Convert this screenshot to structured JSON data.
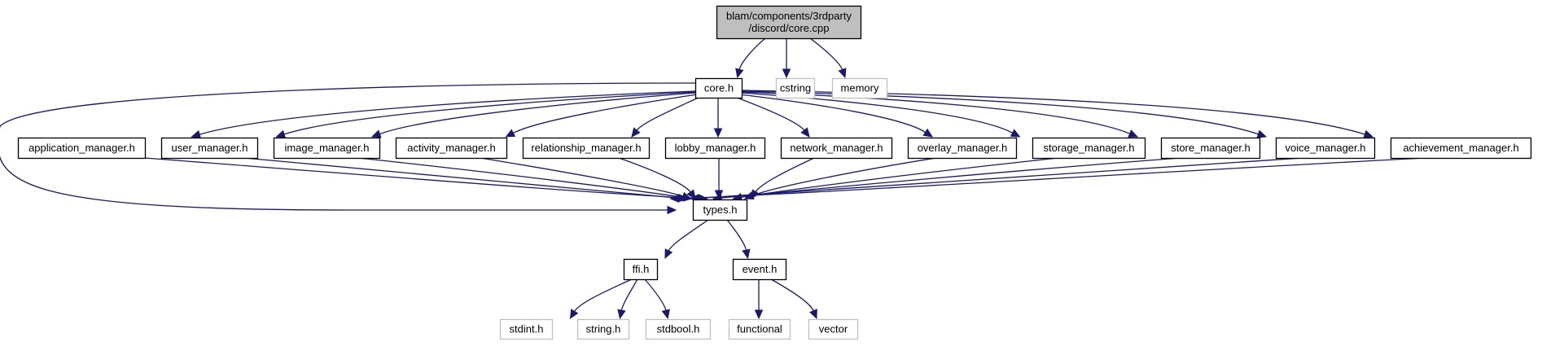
{
  "colors": {
    "edge": "#191970",
    "node_border": "#000000",
    "external_border": "#bfbfbf",
    "root_fill": "#bfbfbf",
    "external_text": "#404040"
  },
  "nodes": [
    {
      "id": "root",
      "label_lines": [
        "blam/components/3rdparty",
        "/discord/core.cpp"
      ],
      "kind": "root"
    },
    {
      "id": "core_h",
      "label_lines": [
        "core.h"
      ],
      "kind": "file"
    },
    {
      "id": "cstring",
      "label_lines": [
        "cstring"
      ],
      "kind": "external"
    },
    {
      "id": "memory",
      "label_lines": [
        "memory"
      ],
      "kind": "external"
    },
    {
      "id": "application_manager_h",
      "label_lines": [
        "application_manager.h"
      ],
      "kind": "file"
    },
    {
      "id": "user_manager_h",
      "label_lines": [
        "user_manager.h"
      ],
      "kind": "file"
    },
    {
      "id": "image_manager_h",
      "label_lines": [
        "image_manager.h"
      ],
      "kind": "file"
    },
    {
      "id": "activity_manager_h",
      "label_lines": [
        "activity_manager.h"
      ],
      "kind": "file"
    },
    {
      "id": "relationship_manager_h",
      "label_lines": [
        "relationship_manager.h"
      ],
      "kind": "file"
    },
    {
      "id": "lobby_manager_h",
      "label_lines": [
        "lobby_manager.h"
      ],
      "kind": "file"
    },
    {
      "id": "network_manager_h",
      "label_lines": [
        "network_manager.h"
      ],
      "kind": "file"
    },
    {
      "id": "overlay_manager_h",
      "label_lines": [
        "overlay_manager.h"
      ],
      "kind": "file"
    },
    {
      "id": "storage_manager_h",
      "label_lines": [
        "storage_manager.h"
      ],
      "kind": "file"
    },
    {
      "id": "store_manager_h",
      "label_lines": [
        "store_manager.h"
      ],
      "kind": "file"
    },
    {
      "id": "voice_manager_h",
      "label_lines": [
        "voice_manager.h"
      ],
      "kind": "file"
    },
    {
      "id": "achievement_manager_h",
      "label_lines": [
        "achievement_manager.h"
      ],
      "kind": "file"
    },
    {
      "id": "types_h",
      "label_lines": [
        "types.h"
      ],
      "kind": "file"
    },
    {
      "id": "ffi_h",
      "label_lines": [
        "ffi.h"
      ],
      "kind": "file"
    },
    {
      "id": "event_h",
      "label_lines": [
        "event.h"
      ],
      "kind": "file"
    },
    {
      "id": "stdint_h",
      "label_lines": [
        "stdint.h"
      ],
      "kind": "external"
    },
    {
      "id": "string_h",
      "label_lines": [
        "string.h"
      ],
      "kind": "external"
    },
    {
      "id": "stdbool_h",
      "label_lines": [
        "stdbool.h"
      ],
      "kind": "external"
    },
    {
      "id": "functional",
      "label_lines": [
        "functional"
      ],
      "kind": "external"
    },
    {
      "id": "vector",
      "label_lines": [
        "vector"
      ],
      "kind": "external"
    }
  ],
  "edges": [
    {
      "from": "root",
      "to": "core_h"
    },
    {
      "from": "root",
      "to": "cstring"
    },
    {
      "from": "root",
      "to": "memory"
    },
    {
      "from": "core_h",
      "to": "application_manager_h"
    },
    {
      "from": "core_h",
      "to": "user_manager_h"
    },
    {
      "from": "core_h",
      "to": "image_manager_h"
    },
    {
      "from": "core_h",
      "to": "activity_manager_h"
    },
    {
      "from": "core_h",
      "to": "relationship_manager_h"
    },
    {
      "from": "core_h",
      "to": "lobby_manager_h"
    },
    {
      "from": "core_h",
      "to": "network_manager_h"
    },
    {
      "from": "core_h",
      "to": "overlay_manager_h"
    },
    {
      "from": "core_h",
      "to": "storage_manager_h"
    },
    {
      "from": "core_h",
      "to": "store_manager_h"
    },
    {
      "from": "core_h",
      "to": "voice_manager_h"
    },
    {
      "from": "core_h",
      "to": "achievement_manager_h"
    },
    {
      "from": "core_h",
      "to": "types_h"
    },
    {
      "from": "application_manager_h",
      "to": "types_h"
    },
    {
      "from": "user_manager_h",
      "to": "types_h"
    },
    {
      "from": "image_manager_h",
      "to": "types_h"
    },
    {
      "from": "activity_manager_h",
      "to": "types_h"
    },
    {
      "from": "relationship_manager_h",
      "to": "types_h"
    },
    {
      "from": "lobby_manager_h",
      "to": "types_h"
    },
    {
      "from": "network_manager_h",
      "to": "types_h"
    },
    {
      "from": "overlay_manager_h",
      "to": "types_h"
    },
    {
      "from": "storage_manager_h",
      "to": "types_h"
    },
    {
      "from": "store_manager_h",
      "to": "types_h"
    },
    {
      "from": "voice_manager_h",
      "to": "types_h"
    },
    {
      "from": "achievement_manager_h",
      "to": "types_h"
    },
    {
      "from": "types_h",
      "to": "ffi_h"
    },
    {
      "from": "types_h",
      "to": "event_h"
    },
    {
      "from": "ffi_h",
      "to": "stdint_h"
    },
    {
      "from": "ffi_h",
      "to": "string_h"
    },
    {
      "from": "ffi_h",
      "to": "stdbool_h"
    },
    {
      "from": "event_h",
      "to": "functional"
    },
    {
      "from": "event_h",
      "to": "vector"
    }
  ]
}
